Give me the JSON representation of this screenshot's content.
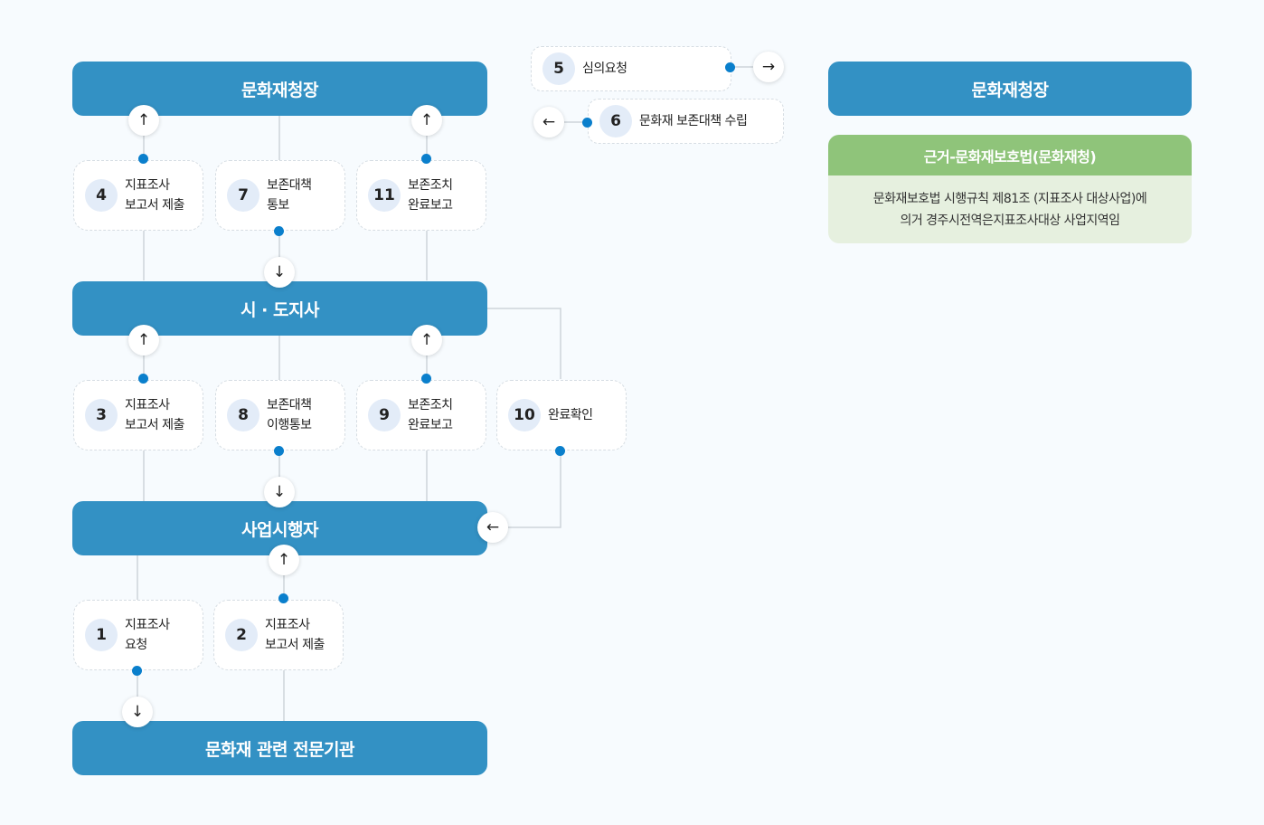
{
  "bars": {
    "cha": "문화재청장",
    "sido": "시 · 도지사",
    "operator": "사업시행자",
    "institution": "문화재 관련 전문기관"
  },
  "steps": [
    {
      "num": "1",
      "label": "지표조사\n요청"
    },
    {
      "num": "2",
      "label": "지표조사\n보고서 제출"
    },
    {
      "num": "3",
      "label": "지표조사\n보고서 제출"
    },
    {
      "num": "4",
      "label": "지표조사\n보고서 제출"
    },
    {
      "num": "5",
      "label": "심의요청"
    },
    {
      "num": "6",
      "label": "문화재 보존대책 수립"
    },
    {
      "num": "7",
      "label": "보존대책\n통보"
    },
    {
      "num": "8",
      "label": "보존대책\n이행통보"
    },
    {
      "num": "9",
      "label": "보존조치\n완료보고"
    },
    {
      "num": "10",
      "label": "완료확인"
    },
    {
      "num": "11",
      "label": "보존조치\n완료보고"
    }
  ],
  "arrows": {
    "up": "↑",
    "down": "↓",
    "left": "←",
    "right": "→"
  },
  "sidebar": {
    "title": "문화재청장",
    "basis_title": "근거-문화재보호법(문화재청)",
    "basis_line1": "문화재보호법 시행규칙 제81조 (지표조사 대상사업)에",
    "basis_line2": "의거 경주시전역은지표조사대상 사업지역임"
  },
  "colors": {
    "bar": "#3391c4",
    "dot": "#0a7fcc",
    "basis_head": "#8fc47a",
    "basis_body": "#e6f0df"
  }
}
